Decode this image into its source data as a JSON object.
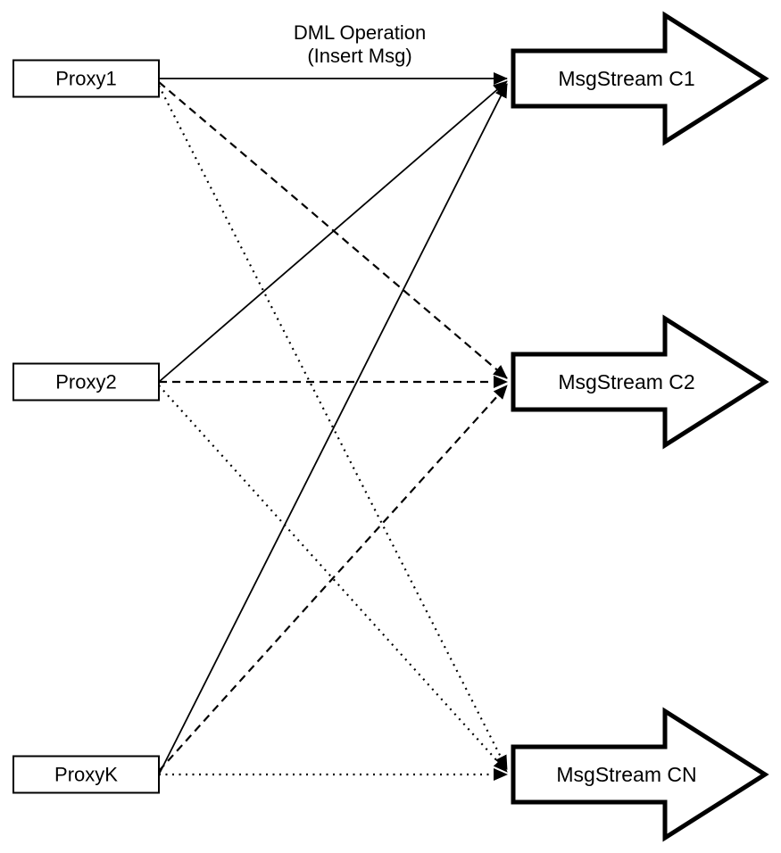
{
  "diagram": {
    "title": {
      "line1": "DML Operation",
      "line2": "(Insert Msg)"
    },
    "proxies": [
      {
        "label": "Proxy1"
      },
      {
        "label": "Proxy2"
      },
      {
        "label": "ProxyK"
      }
    ],
    "streams": [
      {
        "label": "MsgStream C1"
      },
      {
        "label": "MsgStream C2"
      },
      {
        "label": "MsgStream CN"
      }
    ],
    "connections": [
      {
        "from": "Proxy1",
        "to": "MsgStream C1",
        "style": "solid"
      },
      {
        "from": "Proxy2",
        "to": "MsgStream C1",
        "style": "solid"
      },
      {
        "from": "ProxyK",
        "to": "MsgStream C1",
        "style": "solid"
      },
      {
        "from": "Proxy1",
        "to": "MsgStream C2",
        "style": "dashed"
      },
      {
        "from": "Proxy2",
        "to": "MsgStream C2",
        "style": "dashed"
      },
      {
        "from": "ProxyK",
        "to": "MsgStream C2",
        "style": "dashed"
      },
      {
        "from": "Proxy1",
        "to": "MsgStream CN",
        "style": "dotted"
      },
      {
        "from": "Proxy2",
        "to": "MsgStream CN",
        "style": "dotted"
      },
      {
        "from": "ProxyK",
        "to": "MsgStream CN",
        "style": "dotted"
      }
    ],
    "colors": {
      "ink": "#000000",
      "background": "#ffffff"
    }
  }
}
